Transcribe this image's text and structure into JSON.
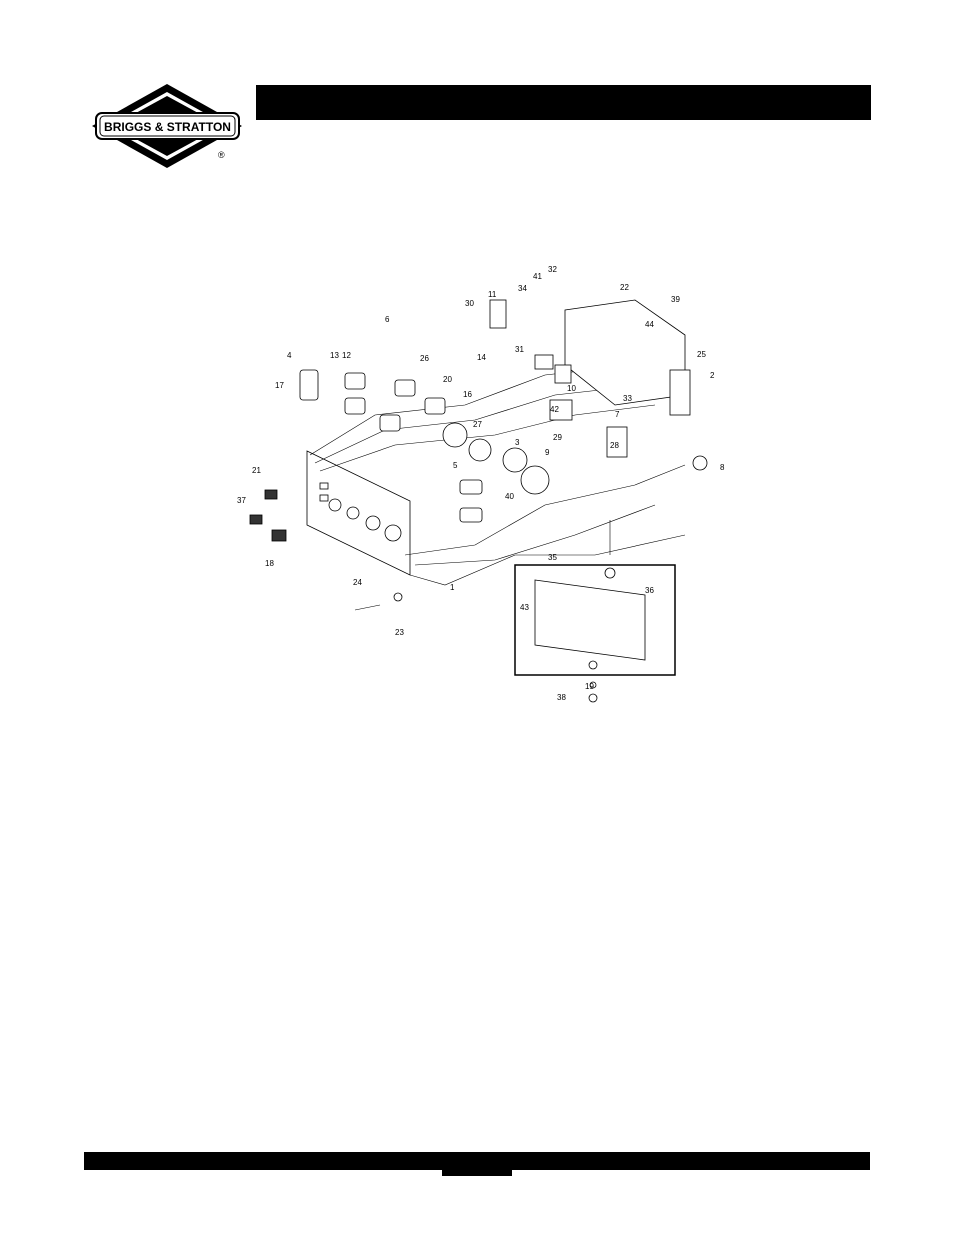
{
  "logo": {
    "text": "BRIGGS & STRATTON",
    "registered": "®"
  },
  "diagram": {
    "callouts": [
      "1",
      "2",
      "3",
      "4",
      "5",
      "6",
      "7",
      "8",
      "9",
      "10",
      "11",
      "12",
      "13",
      "14",
      "16",
      "17",
      "18",
      "19",
      "20",
      "21",
      "22",
      "23",
      "24",
      "25",
      "26",
      "27",
      "28",
      "29",
      "30",
      "31",
      "32",
      "33",
      "34",
      "35",
      "36",
      "37",
      "38",
      "39",
      "40",
      "41",
      "42",
      "43",
      "44"
    ]
  }
}
